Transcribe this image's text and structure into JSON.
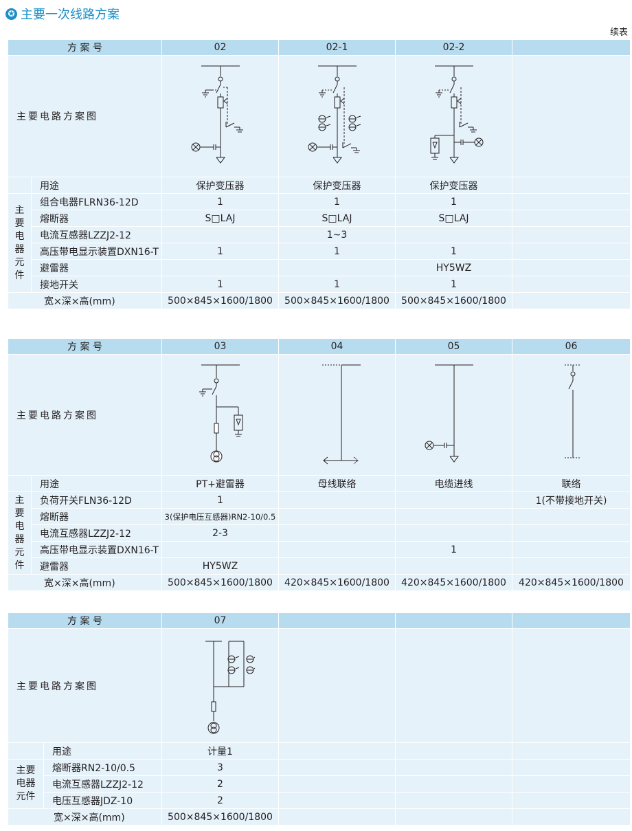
{
  "page": {
    "title": "主要一次线路方案",
    "continued": "续表"
  },
  "tables": [
    {
      "header_label": "方 案 号",
      "schemes": [
        "02",
        "02-1",
        "02-2",
        ""
      ],
      "diagram_label": "主要电路方案图",
      "usage_label": "用途",
      "usage": [
        "保护变压器",
        "保护变压器",
        "保护变压器",
        ""
      ],
      "group_label": [
        "主",
        "要",
        "电",
        "器",
        "元",
        "件"
      ],
      "components": [
        {
          "name": "组合电器FLRN36-12D",
          "values": [
            "1",
            "1",
            "1",
            ""
          ]
        },
        {
          "name": "熔断器",
          "values": [
            "S□LAJ",
            "S□LAJ",
            "S□LAJ",
            ""
          ]
        },
        {
          "name": "电流互感器LZZJ2-12",
          "values": [
            "",
            "1~3",
            "",
            ""
          ]
        },
        {
          "name": "高压带电显示装置DXN16-T",
          "values": [
            "1",
            "1",
            "1",
            ""
          ]
        },
        {
          "name": "避雷器",
          "values": [
            "",
            "",
            "HY5WZ",
            ""
          ]
        },
        {
          "name": "接地开关",
          "values": [
            "1",
            "1",
            "1",
            ""
          ]
        }
      ],
      "dims_label": "宽×深×高(mm)",
      "dims": [
        "500×845×1600/1800",
        "500×845×1600/1800",
        "500×845×1600/1800",
        ""
      ]
    },
    {
      "header_label": "方 案 号",
      "schemes": [
        "03",
        "04",
        "05",
        "06"
      ],
      "diagram_label": "主要电路方案图",
      "usage_label": "用途",
      "usage": [
        "PT+避雷器",
        "母线联络",
        "电缆进线",
        "联络"
      ],
      "group_label": [
        "主",
        "要",
        "电",
        "器",
        "元",
        "件"
      ],
      "components": [
        {
          "name": "负荷开关FLN36-12D",
          "values": [
            "1",
            "",
            "",
            "1(不带接地开关)"
          ]
        },
        {
          "name": "熔断器",
          "values": [
            "3(保护电压互感器)RN2-10/0.5",
            "",
            "",
            ""
          ]
        },
        {
          "name": "电流互感器LZZJ2-12",
          "values": [
            "2-3",
            "",
            "",
            ""
          ]
        },
        {
          "name": "高压带电显示装置DXN16-T",
          "values": [
            "",
            "",
            "1",
            ""
          ]
        },
        {
          "name": "避雷器",
          "values": [
            "HY5WZ",
            "",
            "",
            ""
          ]
        }
      ],
      "dims_label": "宽×深×高(mm)",
      "dims": [
        "500×845×1600/1800",
        "420×845×1600/1800",
        "420×845×1600/1800",
        "420×845×1600/1800"
      ]
    },
    {
      "header_label": "方 案 号",
      "schemes": [
        "07",
        "",
        "",
        ""
      ],
      "diagram_label": "主要电路方案图",
      "usage_label": "用途",
      "usage": [
        "计量1",
        "",
        "",
        ""
      ],
      "group_label": [
        "主要",
        "电器",
        "元件"
      ],
      "components": [
        {
          "name": "熔断器RN2-10/0.5",
          "values": [
            "3",
            "",
            "",
            ""
          ]
        },
        {
          "name": "电流互感器LZZJ2-12",
          "values": [
            "2",
            "",
            "",
            ""
          ]
        },
        {
          "name": "电压互感器JDZ-10",
          "values": [
            "2",
            "",
            "",
            ""
          ]
        }
      ],
      "dims_label": "宽×深×高(mm)",
      "dims": [
        "500×845×1600/1800",
        "",
        "",
        ""
      ]
    }
  ]
}
